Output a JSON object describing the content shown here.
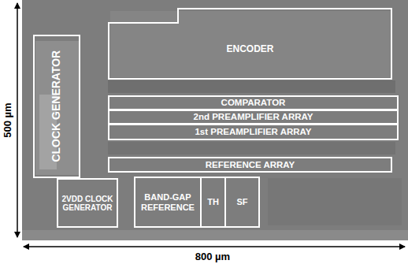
{
  "diagram": {
    "nodes": [
      {
        "text": [
          "ENCODER"
        ]
      },
      {
        "text": [
          "CLOCK GENERATOR"
        ]
      },
      {
        "text": [
          "COMPARATOR"
        ]
      },
      {
        "text": [
          "2nd PREAMPLIFIER ARRAY"
        ]
      },
      {
        "text": [
          "1st PREAMPLIFIER ARRAY"
        ]
      },
      {
        "text": [
          "REFERENCE ARRAY"
        ]
      },
      {
        "text": [
          "2VDD CLOCK GENERATOR"
        ]
      },
      {
        "text": [
          "BAND-GAP REFERENCE"
        ]
      },
      {
        "text": [
          "TH"
        ]
      },
      {
        "text": [
          "SF"
        ]
      }
    ],
    "labels": [
      "500 µm",
      "800 µm"
    ]
  }
}
